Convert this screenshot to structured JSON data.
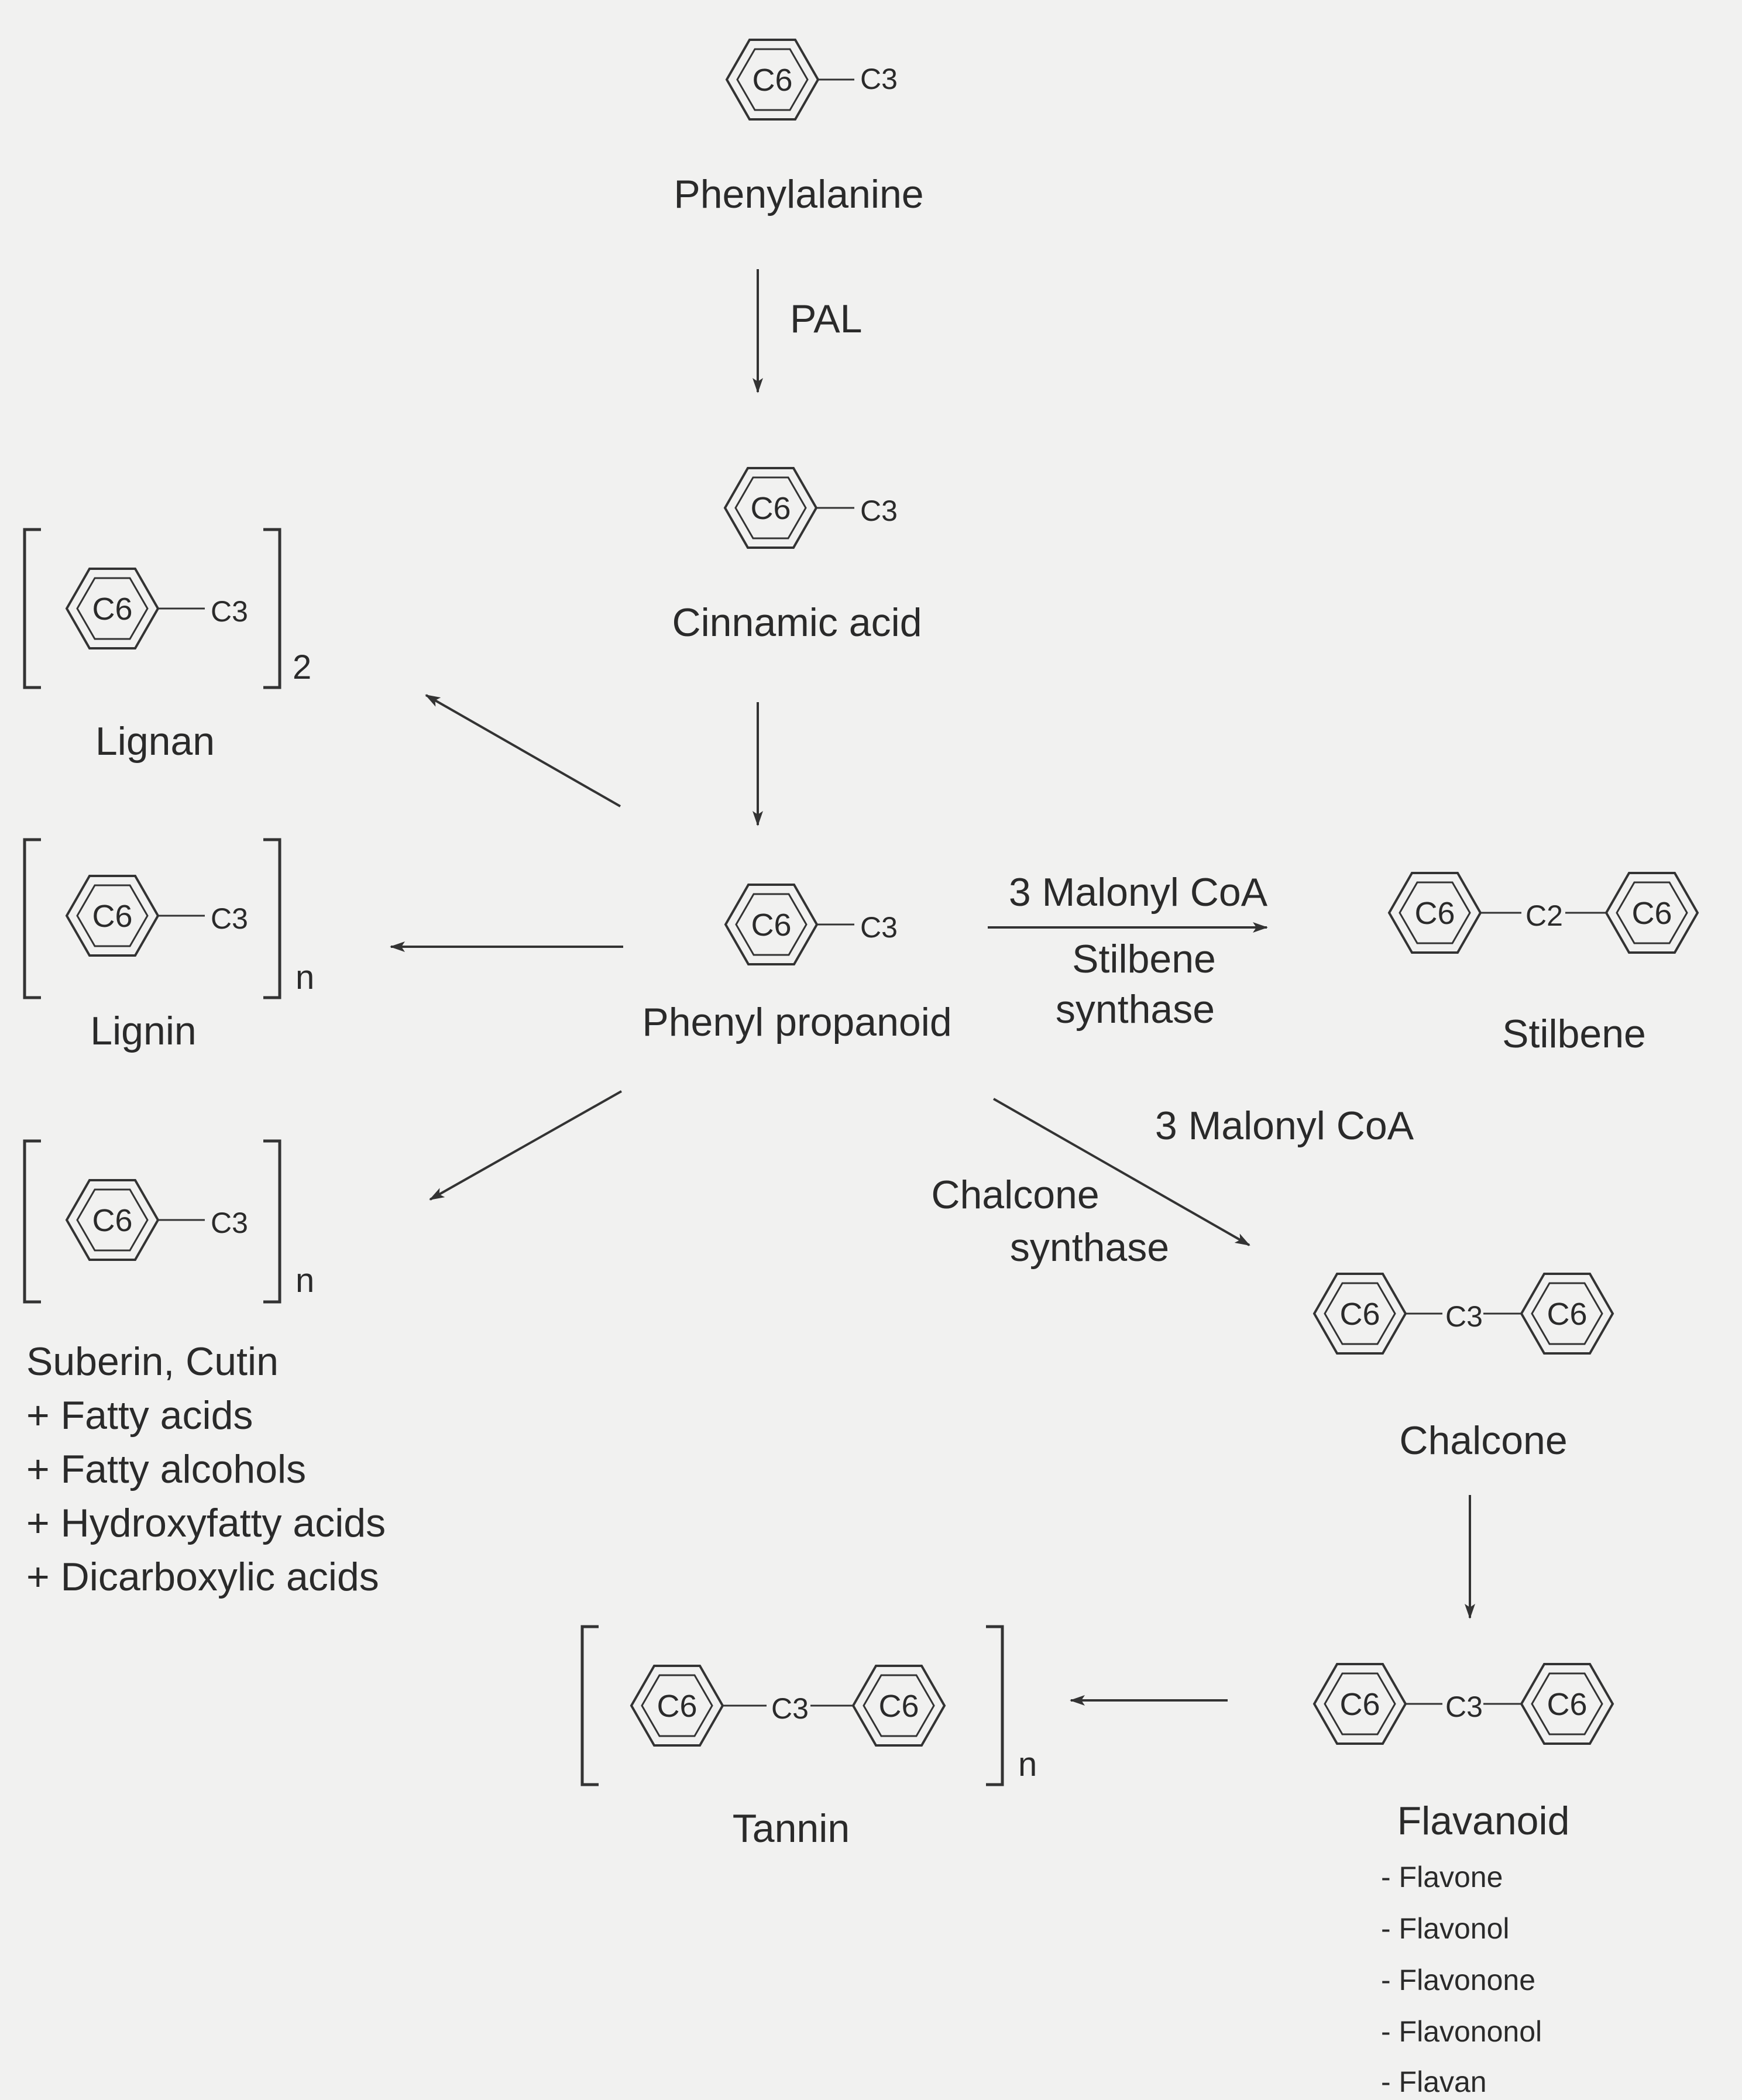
{
  "structures": {
    "phenylalanine": {
      "label": "Phenylalanine",
      "ring": "C6",
      "chain": "C3"
    },
    "cinnamic_acid": {
      "label": "Cinnamic acid",
      "ring": "C6",
      "chain": "C3"
    },
    "phenyl_propanoid": {
      "label": "Phenyl propanoid",
      "ring": "C6",
      "chain": "C3"
    },
    "lignan": {
      "label": "Lignan",
      "ring": "C6",
      "chain": "C3",
      "subscript": "2"
    },
    "lignin": {
      "label": "Lignin",
      "ring": "C6",
      "chain": "C3",
      "subscript": "n"
    },
    "suberin_cutin": {
      "label": "Suberin, Cutin",
      "ring": "C6",
      "chain": "C3",
      "subscript": "n",
      "components": [
        "+ Fatty acids",
        "+ Fatty alcohols",
        "+ Hydroxyfatty acids",
        "+ Dicarboxylic acids"
      ]
    },
    "stilbene": {
      "label": "Stilbene",
      "ring": "C6",
      "chain": "C2"
    },
    "chalcone": {
      "label": "Chalcone",
      "ring": "C6",
      "chain": "C3"
    },
    "flavanoid": {
      "label": "Flavanoid",
      "ring": "C6",
      "chain": "C3",
      "classes": [
        "- Flavone",
        "- Flavonol",
        "- Flavonone",
        "- Flavononol",
        "- Flavan"
      ]
    },
    "tannin": {
      "label": "Tannin",
      "ring": "C6",
      "chain": "C3",
      "subscript": "n"
    }
  },
  "reactions": {
    "pal": "PAL",
    "stilbene_substrate": "3 Malonyl CoA",
    "stilbene_enzyme_line1": "Stilbene",
    "stilbene_enzyme_line2": "synthase",
    "chalcone_substrate": "3 Malonyl CoA",
    "chalcone_enzyme_line1": "Chalcone",
    "chalcone_enzyme_line2": "synthase"
  },
  "colors": {
    "background": "#f1f1f0",
    "ink": "#2a2a2a"
  }
}
